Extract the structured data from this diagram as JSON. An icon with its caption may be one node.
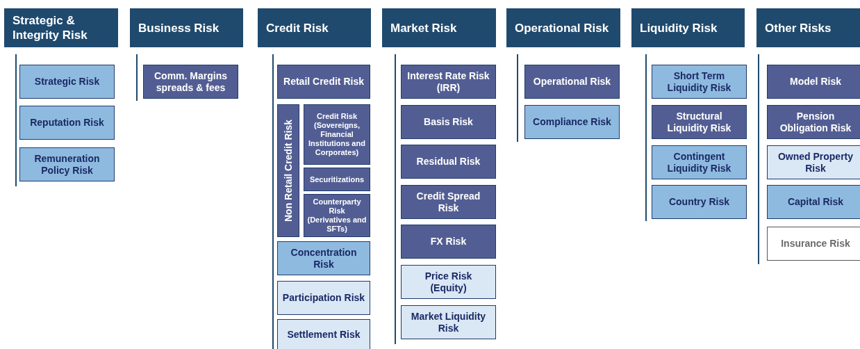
{
  "diagram": {
    "nodes": [
      {
        "text": [
          "Strategic & Integrity Risk"
        ]
      },
      {
        "text": [
          "Strategic Risk"
        ]
      },
      {
        "text": [
          "Reputation Risk"
        ]
      },
      {
        "text": [
          "Remuneration Policy Risk"
        ]
      },
      {
        "text": [
          "Business Risk"
        ]
      },
      {
        "text": [
          "Comm. Margins spreads & fees"
        ]
      },
      {
        "text": [
          "Credit Risk"
        ]
      },
      {
        "text": [
          "Retail Credit Risk"
        ]
      },
      {
        "text": [
          "Non Retail Credit Risk"
        ]
      },
      {
        "text": [
          "Credit Risk (Sovereigns, Financial Institutions and Corporates)"
        ]
      },
      {
        "text": [
          "Securitizations"
        ]
      },
      {
        "text": [
          "Counterparty Risk (Derivatives and SFTs)"
        ]
      },
      {
        "text": [
          "Concentration Risk"
        ]
      },
      {
        "text": [
          "Participation Risk"
        ]
      },
      {
        "text": [
          "Settlement Risk"
        ]
      },
      {
        "text": [
          "Market Risk"
        ]
      },
      {
        "text": [
          "Interest Rate Risk (IRR)"
        ]
      },
      {
        "text": [
          "Basis Risk"
        ]
      },
      {
        "text": [
          "Residual Risk"
        ]
      },
      {
        "text": [
          "Credit Spread Risk"
        ]
      },
      {
        "text": [
          "FX Risk"
        ]
      },
      {
        "text": [
          "Price Risk (Equity)"
        ]
      },
      {
        "text": [
          "Market Liquidity Risk"
        ]
      },
      {
        "text": [
          "Operational Risk"
        ]
      },
      {
        "text": [
          "Operational Risk"
        ]
      },
      {
        "text": [
          "Compliance Risk"
        ]
      },
      {
        "text": [
          "Liquidity Risk"
        ]
      },
      {
        "text": [
          "Short Term Liquidity Risk"
        ]
      },
      {
        "text": [
          "Structural Liquidity Risk"
        ]
      },
      {
        "text": [
          "Contingent Liquidity Risk"
        ]
      },
      {
        "text": [
          "Country Risk"
        ]
      },
      {
        "text": [
          "Other Risks"
        ]
      },
      {
        "text": [
          "Model Risk"
        ]
      },
      {
        "text": [
          "Pension Obligation Risk"
        ]
      },
      {
        "text": [
          "Owned Property Risk"
        ]
      },
      {
        "text": [
          "Capital Risk"
        ]
      },
      {
        "text": [
          "Insurance Risk"
        ]
      }
    ]
  }
}
